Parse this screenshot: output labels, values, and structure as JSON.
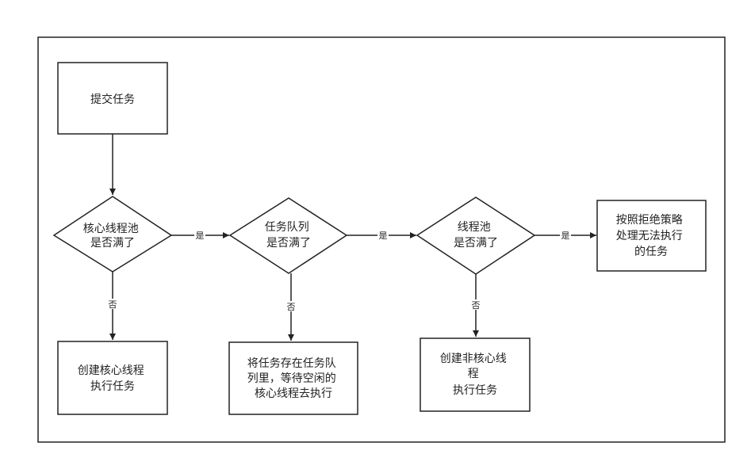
{
  "colors": {
    "line": "#222222",
    "fill": "#ffffff",
    "text": "#222222"
  },
  "nodes": {
    "submit_task": [
      "提交任务"
    ],
    "core_pool_full": [
      "核心线程池",
      "是否满了"
    ],
    "create_core_thread": [
      "创建核心线程",
      "执行任务"
    ],
    "queue_full": [
      "任务队列",
      "是否满了"
    ],
    "enqueue_task": [
      "将任务存在任务队",
      "列里，等待空闲的",
      "核心线程去执行"
    ],
    "thread_pool_full": [
      "线程池",
      "是否满了"
    ],
    "create_noncore_thread": [
      "创建非核心线",
      "程",
      "执行任务"
    ],
    "reject_task": [
      "按照拒绝策略",
      "处理无法执行",
      "的任务"
    ]
  },
  "edge_labels": {
    "yes": "是",
    "no": "否"
  }
}
